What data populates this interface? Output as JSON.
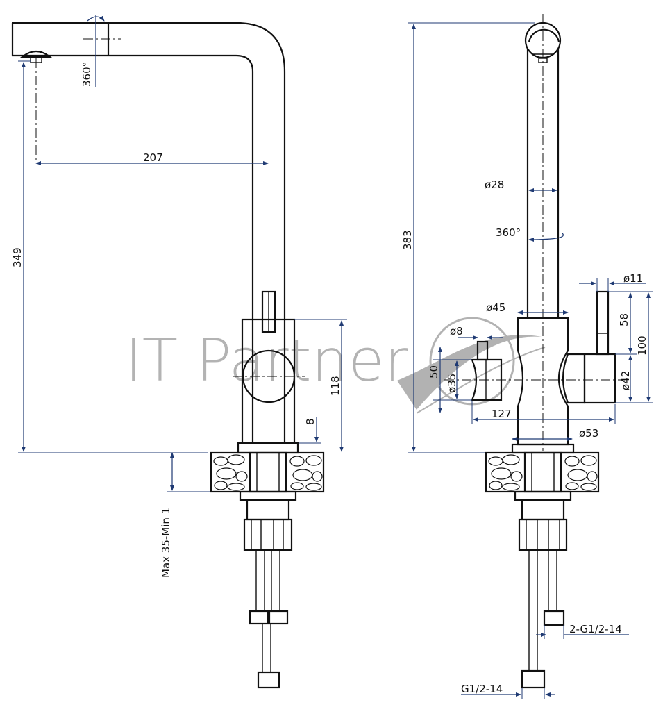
{
  "watermark": {
    "text": "IT Partner"
  },
  "side_view": {
    "rotation_label": "360°",
    "reach_label": "207",
    "height_label": "349",
    "body_height_label": "118",
    "base_offset_label": "8",
    "counter_thickness_label": "Max 35-Min 1"
  },
  "front_view": {
    "total_height_label": "383",
    "spout_diameter_label": "ø28",
    "rotation_label": "360°",
    "handle_diameter_label": "ø11",
    "handle_length_label": "58",
    "handle_total_label": "100",
    "body_diameter_label": "ø45",
    "small_diameter_label": "ø8",
    "side_height_label": "50",
    "side_diameter_label": "ø35",
    "right_diameter_label": "ø42",
    "width_label": "127",
    "base_diameter_label": "ø53",
    "hose_thread_label": "2-G1/2-14",
    "bottom_thread_label": "G1/2-14"
  },
  "colors": {
    "outline": "#111111",
    "dimension": "#1f3a73",
    "watermark": "#9a9a9a"
  }
}
